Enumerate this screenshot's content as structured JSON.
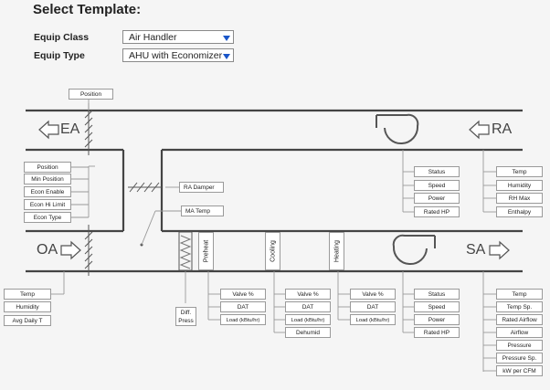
{
  "header": {
    "title": "Select Template:"
  },
  "form": {
    "equip_class_label": "Equip Class",
    "equip_class_value": "Air Handler",
    "equip_type_label": "Equip Type",
    "equip_type_value": "AHU with Economizer"
  },
  "ducts": {
    "ea": "EA",
    "ra": "RA",
    "oa": "OA",
    "sa": "SA"
  },
  "points": {
    "top_damper": "Position",
    "econ": [
      "Position",
      "Min Position",
      "Econ Enable",
      "Econ Hi Limit",
      "Econ Type"
    ],
    "ra_damper": "RA Damper",
    "ma_temp": "MA Temp",
    "rf": [
      "Status",
      "Speed",
      "Power",
      "Rated HP"
    ],
    "ra_sensors": [
      "Temp",
      "Humidity",
      "RH Max",
      "Enthalpy"
    ],
    "oa_sensors": [
      "Temp",
      "Humidity",
      "Avg Daily T"
    ],
    "diff_press": [
      "Diff.",
      "Press"
    ],
    "coils": [
      "Preheat",
      "Cooling",
      "Heating"
    ],
    "preheat": [
      "Valve %",
      "DAT",
      "Load (kBtu/hr)"
    ],
    "cooling": [
      "Valve %",
      "DAT",
      "Load (kBtu/hr)",
      "Dehumid"
    ],
    "heating": [
      "Valve %",
      "DAT",
      "Load (kBtu/hr)"
    ],
    "sf": [
      "Status",
      "Speed",
      "Power",
      "Rated HP"
    ],
    "sa_sensors": [
      "Temp",
      "Temp Sp.",
      "Rated Airflow",
      "Airflow",
      "Pressure",
      "Pressure Sp.",
      "kW per CFM"
    ]
  }
}
